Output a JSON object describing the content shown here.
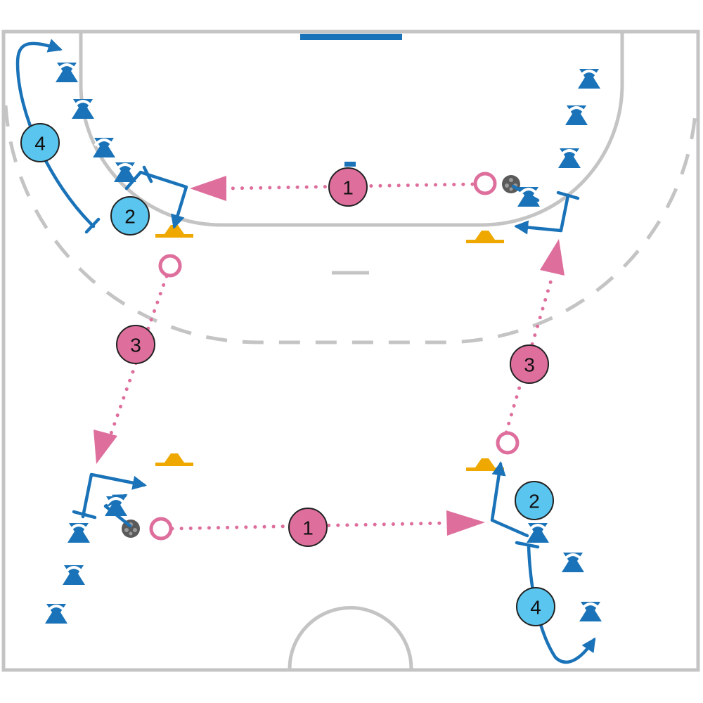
{
  "colors": {
    "court_line": "#c4c4c4",
    "goal": "#1a73b8",
    "player": "#1a73b8",
    "pass": "#de6f9d",
    "cone": "#eea800",
    "badge_pass": "#de6f9d",
    "badge_run": "#5ac5ee",
    "ball": "#5a5a5a"
  },
  "markers": {
    "pass_top": "1",
    "pass_bottom": "1",
    "run_top_2": "2",
    "run_bottom_2": "2",
    "pass_left_3": "3",
    "pass_right_3": "3",
    "run_top_4": "4",
    "run_bottom_4": "4"
  },
  "icons": [
    "player-icon",
    "cone-icon",
    "ball-icon",
    "receiver-ring-icon"
  ]
}
